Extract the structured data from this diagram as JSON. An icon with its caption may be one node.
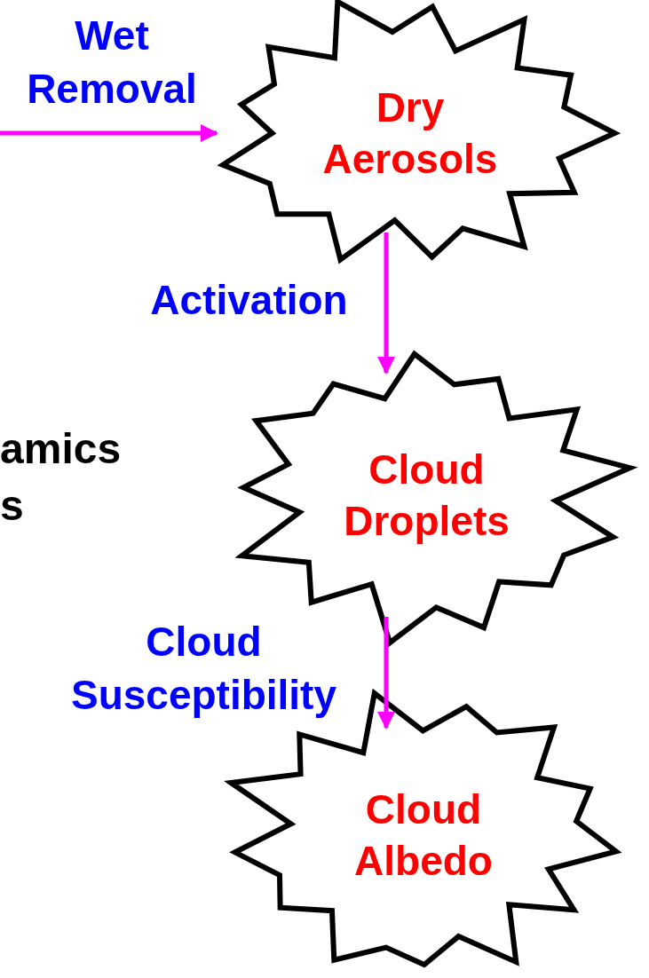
{
  "diagram": {
    "nodes": [
      {
        "text": [
          "Dry Aerosols"
        ]
      },
      {
        "text": [
          "Cloud Droplets"
        ]
      },
      {
        "text": [
          "Cloud Albedo"
        ]
      }
    ],
    "edges": [
      {
        "from": null,
        "to": 0,
        "arrow": "to",
        "label": "Wet Removal"
      },
      {
        "from": 0,
        "to": 1,
        "arrow": "to",
        "label": "Activation"
      },
      {
        "from": 1,
        "to": 2,
        "arrow": "to",
        "label": "Cloud Susceptibility"
      }
    ],
    "labels": [
      "amics",
      "s"
    ]
  }
}
